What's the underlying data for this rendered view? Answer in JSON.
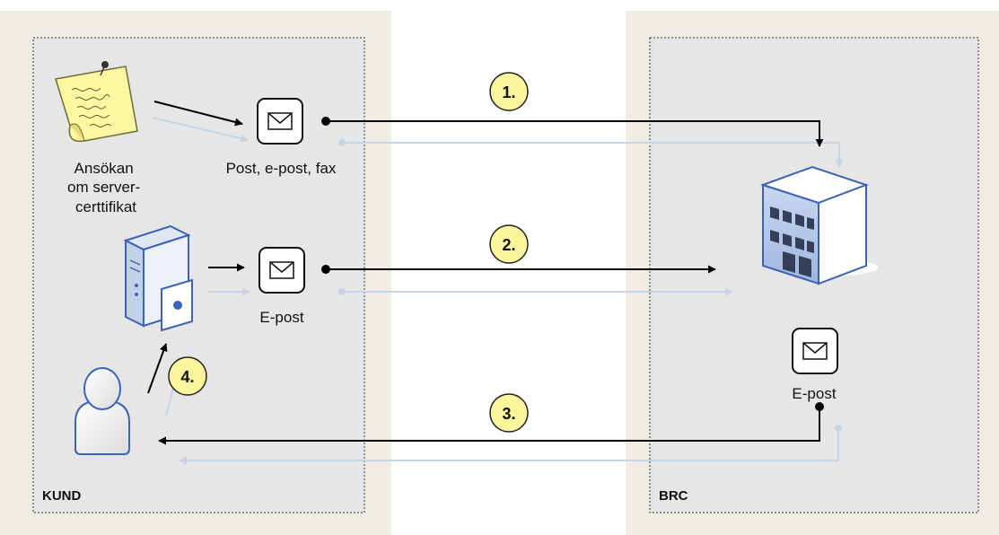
{
  "zones": {
    "customer": {
      "label": "KUND"
    },
    "provider": {
      "label": "BRC"
    }
  },
  "nodes": {
    "application": {
      "label_lines": [
        "Ansökan",
        "om server-",
        "certtifikat"
      ]
    },
    "mail_post": {
      "label": "Post, e-post, fax"
    },
    "mail_email": {
      "label": "E-post"
    },
    "brc_email": {
      "label": "E-post"
    }
  },
  "steps": [
    "1.",
    "2.",
    "3.",
    "4."
  ],
  "colors": {
    "zone_bg": "#efede3",
    "zone_inner": "#e6e6e6",
    "step_badge": "#fbf59b",
    "arrow": "#000000",
    "shadow_arrow": "#c6d4e6",
    "note_yellow": "#fdf7a2",
    "server_blue": "#3b63b8",
    "building_blue": "#6f8fd0"
  },
  "icons": [
    "note-icon",
    "envelope-icon",
    "server-icon",
    "certificate-icon",
    "person-icon",
    "building-icon"
  ]
}
